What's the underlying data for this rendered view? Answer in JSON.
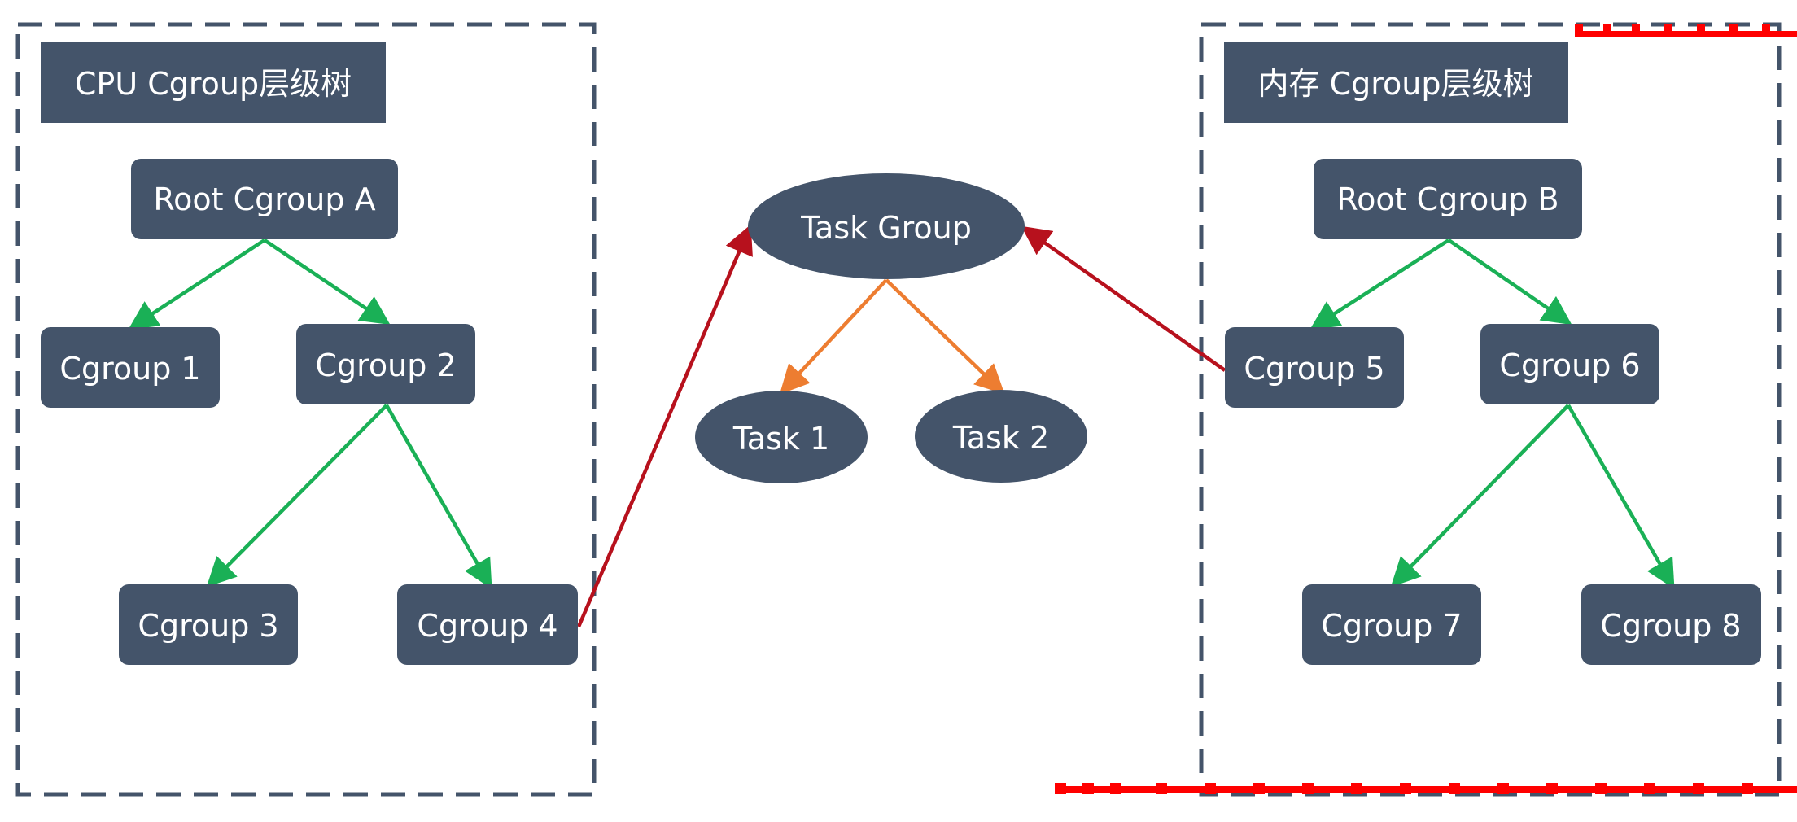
{
  "colors": {
    "node_fill": "#44546a",
    "node_text": "#ffffff",
    "border_dash": "#44546a",
    "tree_edge": "#1ab056",
    "task_edge": "#ed7d31",
    "attach_edge": "#b7111d",
    "watermark": "#ff0000"
  },
  "cpu_tree": {
    "title": "CPU Cgroup层级树",
    "root": "Root Cgroup A",
    "cgroup_1": "Cgroup 1",
    "cgroup_2": "Cgroup 2",
    "cgroup_3": "Cgroup 3",
    "cgroup_4": "Cgroup 4"
  },
  "task_group": {
    "label": "Task Group",
    "task_1": "Task 1",
    "task_2": "Task 2"
  },
  "mem_tree": {
    "title": "内存 Cgroup层级树",
    "root": "Root Cgroup B",
    "cgroup_5": "Cgroup 5",
    "cgroup_6": "Cgroup 6",
    "cgroup_7": "Cgroup 7",
    "cgroup_8": "Cgroup 8"
  }
}
